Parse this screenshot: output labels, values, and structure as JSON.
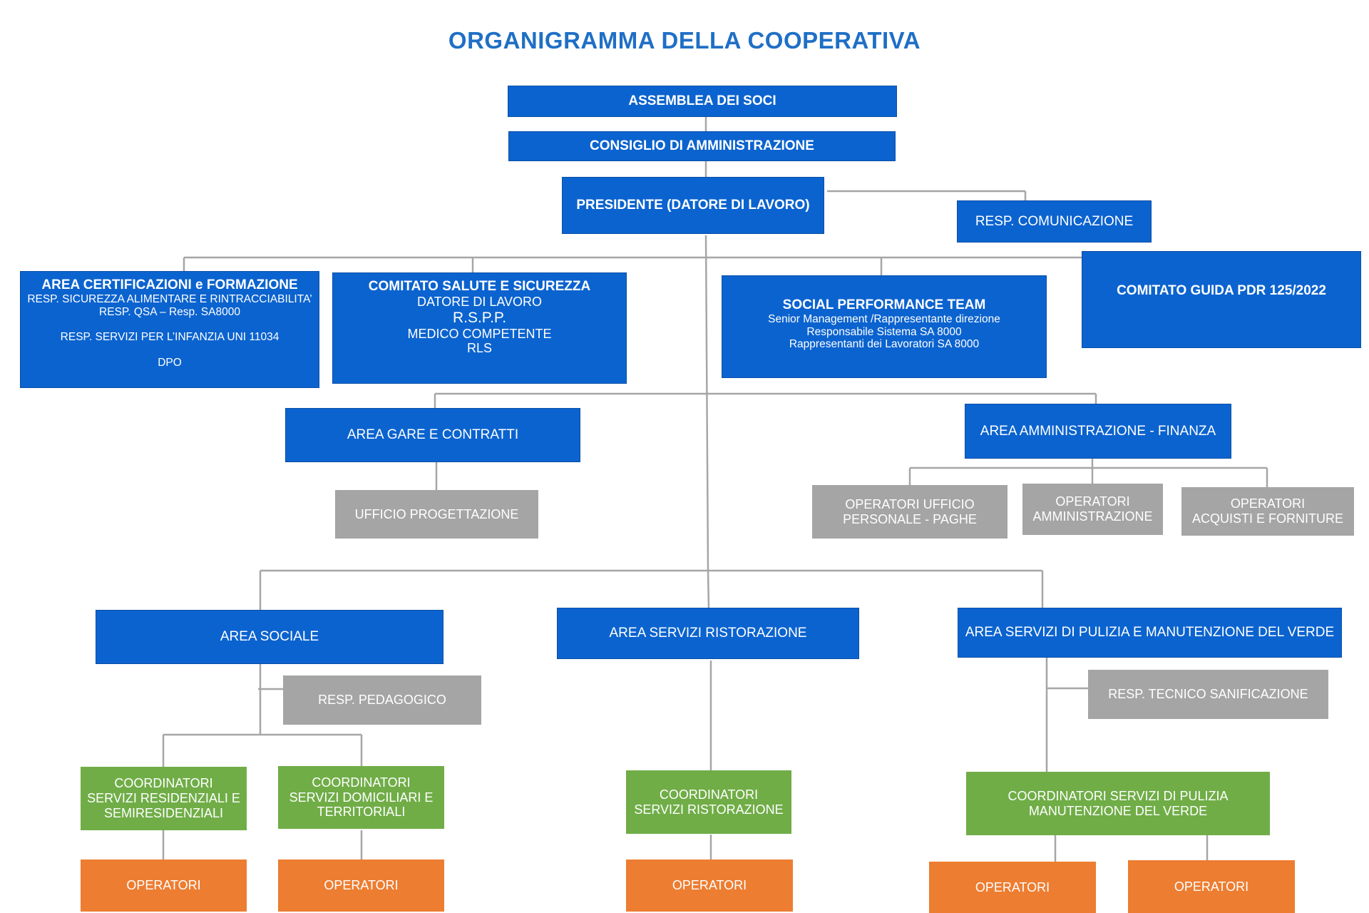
{
  "title": "ORGANIGRAMMA DELLA COOPERATIVA",
  "colors": {
    "blue": "#0b63cf",
    "grey": "#a5a5a5",
    "green": "#70ad47",
    "orange": "#ed7d31",
    "connector": "#a6a6a6",
    "title": "#1f6fc6"
  },
  "nodes": {
    "assemblea": "ASSEMBLEA DEI SOCI",
    "consiglio": "CONSIGLIO DI AMMINISTRAZIONE",
    "presidente": "PRESIDENTE (DATORE DI LAVORO)",
    "comunicazione": "RESP. COMUNICAZIONE",
    "area_cert": {
      "title": "AREA CERTIFICAZIONI e FORMAZIONE",
      "line1": "RESP. SICUREZZA ALIMENTARE E RINTRACCIABILITA’",
      "line2": "RESP. QSA – Resp. SA8000",
      "line3": "RESP. SERVIZI PER L’INFANZIA UNI 11034",
      "line4": "DPO"
    },
    "comitato_salute": {
      "title": "COMITATO SALUTE E SICUREZZA",
      "line1": "DATORE DI LAVORO",
      "line2": "R.S.P.P.",
      "line3": "MEDICO COMPETENTE",
      "line4": "RLS"
    },
    "social_team": {
      "title": "SOCIAL PERFORMANCE TEAM",
      "line1": "Senior Management /Rappresentante direzione",
      "line2": "Responsabile Sistema SA 8000",
      "line3": "Rappresentanti dei Lavoratori SA 8000"
    },
    "comitato_guida": "COMITATO GUIDA PDR 125/2022",
    "area_gare": "AREA GARE E CONTRATTI",
    "ufficio_progettazione": "UFFICIO PROGETTAZIONE",
    "area_amm": "AREA  AMMINISTRAZIONE - FINANZA",
    "op_personale": {
      "line1": "OPERATORI UFFICIO",
      "line2": "PERSONALE - PAGHE"
    },
    "op_amministrazione": {
      "line1": "OPERATORI",
      "line2": "AMMINISTRAZIONE"
    },
    "op_acquisti": {
      "line1": "OPERATORI",
      "line2": "ACQUISTI E FORNITURE"
    },
    "area_sociale": "AREA SOCIALE",
    "resp_pedagogico": "RESP.  PEDAGOGICO",
    "coord_residenziali": {
      "line1": "COORDINATORI",
      "line2": "SERVIZI RESIDENZIALI E",
      "line3": "SEMIRESIDENZIALI"
    },
    "coord_domiciliari": {
      "line1": "COORDINATORI",
      "line2": "SERVIZI DOMICILIARI E",
      "line3": "TERRITORIALI"
    },
    "area_ristorazione": "AREA SERVIZI RISTORAZIONE",
    "coord_ristorazione": {
      "line1": "COORDINATORI",
      "line2": "SERVIZI RISTORAZIONE"
    },
    "area_pulizia": "AREA SERVIZI DI PULIZIA E MANUTENZIONE DEL VERDE",
    "resp_sanificazione": "RESP.  TECNICO SANIFICAZIONE",
    "coord_pulizia": {
      "line1": "COORDINATORI SERVIZI DI PULIZIA",
      "line2": "MANUTENZIONE DEL VERDE"
    },
    "operatori": "OPERATORI"
  }
}
